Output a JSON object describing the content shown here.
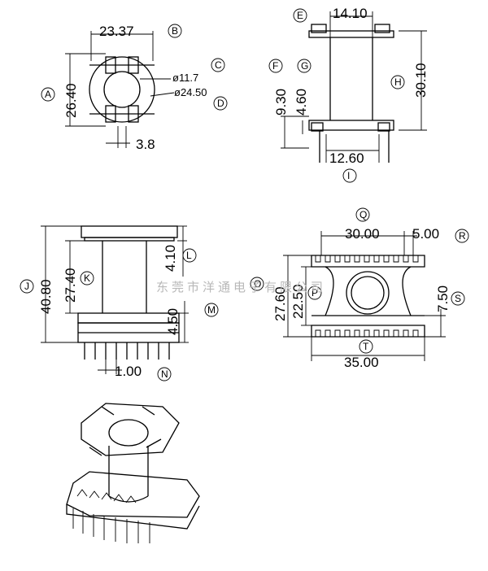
{
  "watermark": "东莞市洋通电子有限公司",
  "labels": [
    "A",
    "B",
    "C",
    "D",
    "E",
    "F",
    "G",
    "H",
    "I",
    "J",
    "K",
    "L",
    "M",
    "N",
    "Q",
    "P",
    "R",
    "O",
    "S",
    "T"
  ],
  "top_view": {
    "width": "23.37",
    "height": "26.40",
    "inner_dia": "ø11.7",
    "outer_dia": "ø24.50",
    "slot": "3.8"
  },
  "side_view": {
    "top": "14.10",
    "flange": "9.30",
    "step": "4.60",
    "height": "30.10",
    "bottom": "12.60"
  },
  "front_view": {
    "overall": "40.80",
    "body": "27.40",
    "flange_top": "4.10",
    "flange_bottom": "4.50",
    "pitch": "1.00"
  },
  "end_view": {
    "span": "30.00",
    "pin_gap": "5.00",
    "height": "27.60",
    "inner": "22.50",
    "side": "7.50",
    "base": "35.00"
  }
}
